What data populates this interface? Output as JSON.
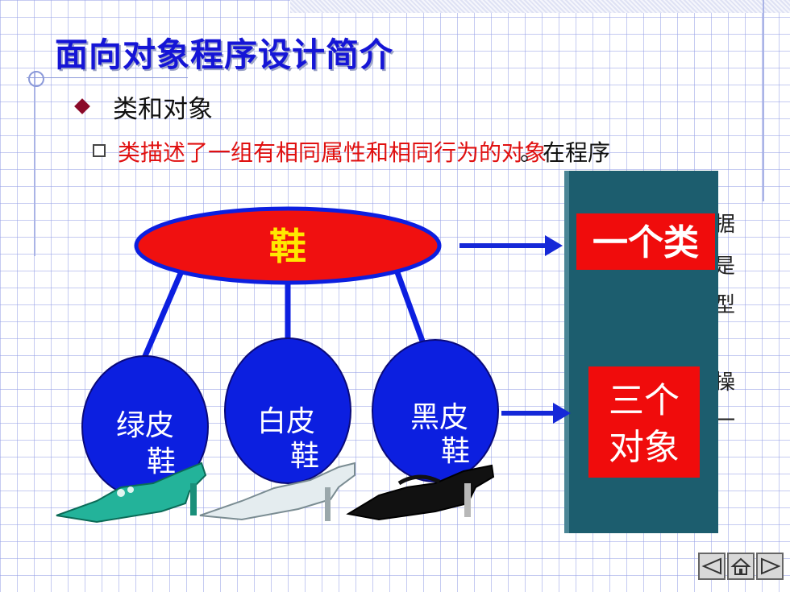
{
  "slide": {
    "title": "面向对象程序设计简介",
    "bullet": "类和对象",
    "sub_bullet_red": "类描述了一组有相同属性和相同行为的对象",
    "sub_bullet_black": "。在程序",
    "edge_chars": [
      "据",
      "是",
      "型",
      "操",
      "一"
    ]
  },
  "diagram": {
    "class_label": "鞋",
    "object_labels": [
      {
        "line1": "绿皮",
        "line2": "鞋"
      },
      {
        "line1": "白皮",
        "line2": "鞋"
      },
      {
        "line1": "黑皮",
        "line2": "鞋"
      }
    ],
    "box_class": "一个类",
    "box_objects_line1": "三个",
    "box_objects_line2": "对象",
    "colors": {
      "ellipse": "#f01010",
      "objects": "#0c1fe0",
      "panel": "#1c5d6e",
      "arrow": "#1528d8",
      "box": "#f00c0c"
    }
  },
  "nav": {
    "buttons": [
      "prev-icon",
      "home-icon",
      "next-icon"
    ]
  }
}
